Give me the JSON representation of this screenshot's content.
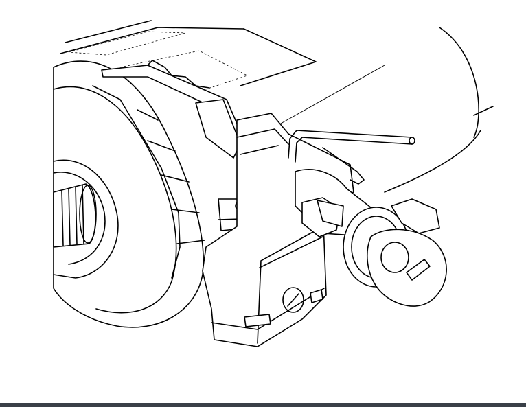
{
  "colors": {
    "background": "#ffffff",
    "line": "#000000",
    "bottom_bar": "#3a4048"
  },
  "parts": [
    "steering-column-housing",
    "steering-wheel-hub",
    "steering-shaft",
    "ignition-lock-housing",
    "lock-cylinder",
    "ignition-key",
    "hex-key-tool",
    "mounting-bracket",
    "release-spring-plate"
  ]
}
